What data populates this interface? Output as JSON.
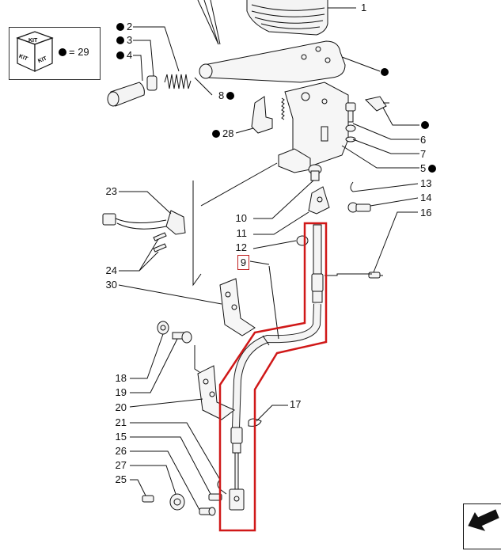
{
  "kit": {
    "icon_text": "KIT",
    "count_label": "= 29"
  },
  "labels": {
    "l1": "1",
    "l2": "2",
    "l3": "3",
    "l4": "4",
    "l5": "5",
    "l6": "6",
    "l7": "7",
    "l8": "8",
    "l9": "9",
    "l10": "10",
    "l11": "11",
    "l12": "12",
    "l13": "13",
    "l14": "14",
    "l15": "15",
    "l16": "16",
    "l17": "17",
    "l18": "18",
    "l19": "19",
    "l20": "20",
    "l21": "21",
    "l23": "23",
    "l24": "24",
    "l25": "25",
    "l26": "26",
    "l27": "27",
    "l28": "28",
    "l30": "30"
  },
  "colors": {
    "highlight": "#d01818",
    "line": "#111111",
    "part_fill": "#f2f2f2"
  },
  "icons": [
    "kit-cube-icon",
    "bullet-dot-icon",
    "navigation-arrow-icon"
  ]
}
